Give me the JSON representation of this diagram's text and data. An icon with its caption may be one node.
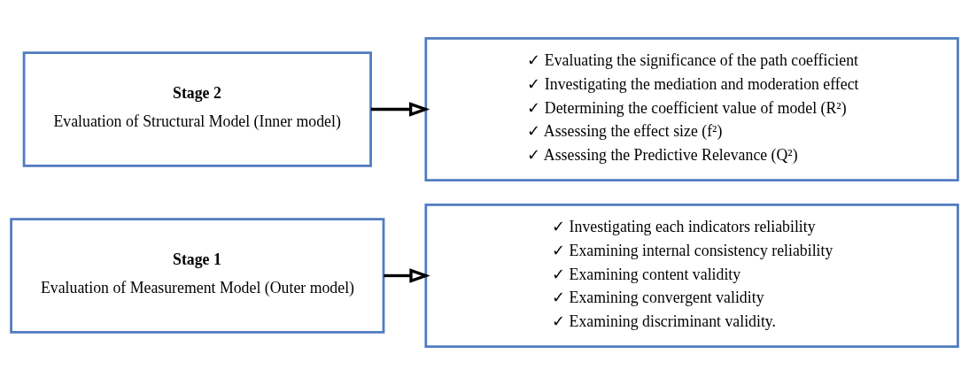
{
  "diagram": {
    "nodes": [
      {
        "text": [
          "Stage 1",
          "Evaluation of Measurement Model (Outer model)"
        ]
      },
      {
        "text": [
          "✓ Investigating each indicators reliability",
          "✓ Examining internal consistency reliability",
          "✓ Examining content validity",
          "✓ Examining convergent validity",
          "✓ Examining discriminant validity."
        ]
      },
      {
        "text": [
          "Stage 2",
          "Evaluation of Structural Model (Inner model)"
        ]
      },
      {
        "text": [
          "✓ Evaluating the significance of the path coefficient",
          "✓ Investigating the mediation and moderation effect",
          "✓ Determining the coefficient value of model (R²)",
          "✓ Assessing the effect size (f²)",
          "✓ Assessing the Predictive Relevance (Q²)"
        ]
      }
    ],
    "edges": [
      {
        "from": 0,
        "to": 1,
        "arrow": "to"
      },
      {
        "from": 2,
        "to": 3,
        "arrow": "to"
      }
    ]
  }
}
